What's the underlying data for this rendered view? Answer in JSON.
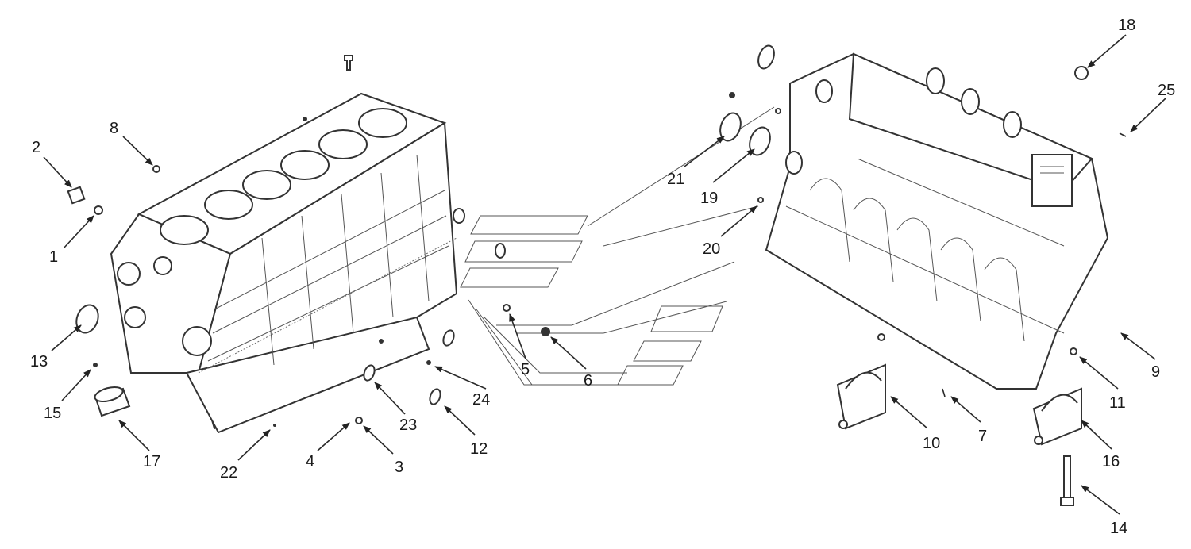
{
  "diagram": {
    "callouts": [
      {
        "id": "c1",
        "text": "1"
      },
      {
        "id": "c2",
        "text": "2"
      },
      {
        "id": "c3",
        "text": "3"
      },
      {
        "id": "c4",
        "text": "4"
      },
      {
        "id": "c5",
        "text": "5"
      },
      {
        "id": "c6",
        "text": "6"
      },
      {
        "id": "c7",
        "text": "7"
      },
      {
        "id": "c8",
        "text": "8"
      },
      {
        "id": "c9",
        "text": "9"
      },
      {
        "id": "c10",
        "text": "10"
      },
      {
        "id": "c11",
        "text": "11"
      },
      {
        "id": "c12",
        "text": "12"
      },
      {
        "id": "c13",
        "text": "13"
      },
      {
        "id": "c14",
        "text": "14"
      },
      {
        "id": "c15",
        "text": "15"
      },
      {
        "id": "c16",
        "text": "16"
      },
      {
        "id": "c17",
        "text": "17"
      },
      {
        "id": "c18",
        "text": "18"
      },
      {
        "id": "c19",
        "text": "19"
      },
      {
        "id": "c20",
        "text": "20"
      },
      {
        "id": "c21",
        "text": "21"
      },
      {
        "id": "c22",
        "text": "22"
      },
      {
        "id": "c23",
        "text": "23"
      },
      {
        "id": "c24",
        "text": "24"
      },
      {
        "id": "c25",
        "text": "25"
      }
    ]
  }
}
